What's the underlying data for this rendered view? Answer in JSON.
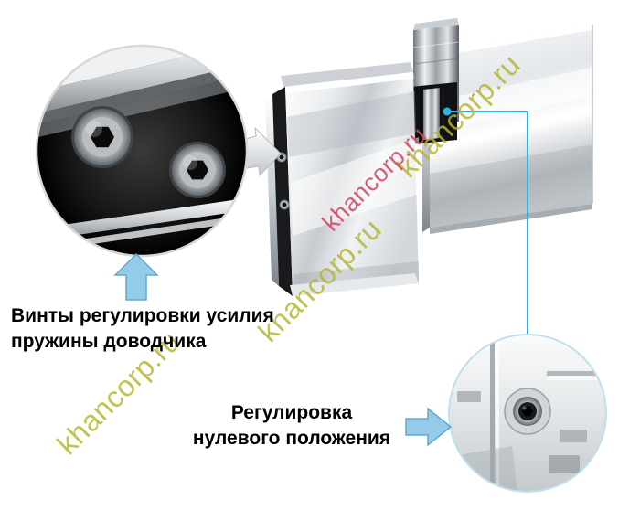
{
  "annotations": {
    "spring_adjustment": {
      "line1": "Винты регулировки усилия",
      "line2": "пружины доводчика"
    },
    "zero_position": {
      "line1": "Регулировка",
      "line2": "нулевого положения"
    }
  },
  "watermarks": {
    "text": "khancorp.ru"
  },
  "colors": {
    "background": "#ffffff",
    "arrow_fill": "#93cbe9",
    "arrow_edge": "#64a9cc",
    "connector": "#2bb1e5",
    "watermark_yellow": "#b5b52e",
    "watermark_red": "#d24a63",
    "label_text": "#000000"
  }
}
